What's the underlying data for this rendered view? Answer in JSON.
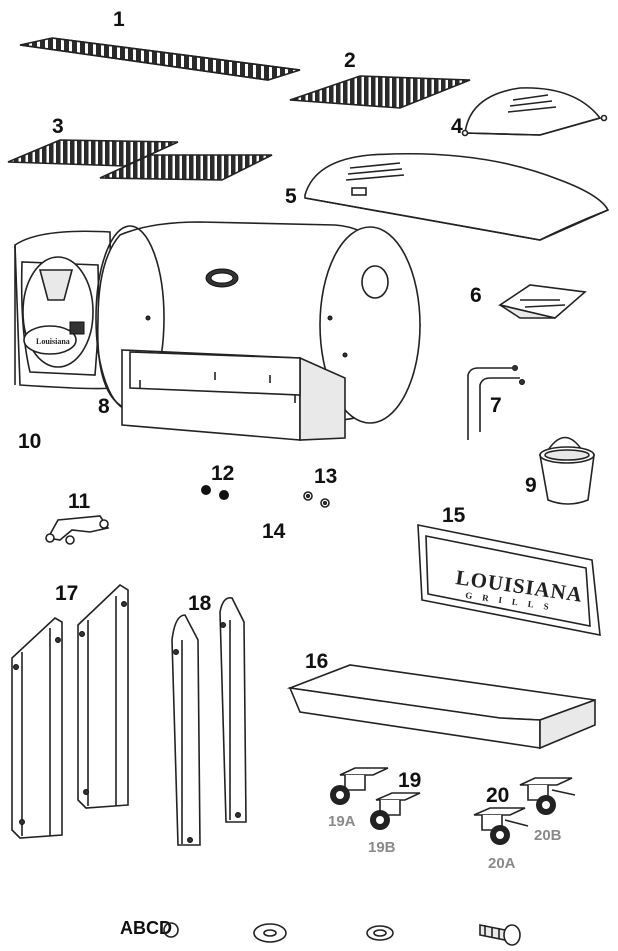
{
  "parts": [
    {
      "id": "1"
    },
    {
      "id": "2"
    },
    {
      "id": "3"
    },
    {
      "id": "4"
    },
    {
      "id": "5"
    },
    {
      "id": "6"
    },
    {
      "id": "7"
    },
    {
      "id": "8"
    },
    {
      "id": "9"
    },
    {
      "id": "10"
    },
    {
      "id": "11"
    },
    {
      "id": "12"
    },
    {
      "id": "13"
    },
    {
      "id": "14"
    },
    {
      "id": "15"
    },
    {
      "id": "16"
    },
    {
      "id": "17"
    },
    {
      "id": "18"
    },
    {
      "id": "19"
    },
    {
      "id": "20"
    }
  ],
  "sub_labels": {
    "p19a": "19A",
    "p19b": "19B",
    "p20a": "20A",
    "p20b": "20B"
  },
  "hardware_label": "ABCD",
  "brand": {
    "line1": "LOUISIANA",
    "line2": "GRILLS"
  }
}
